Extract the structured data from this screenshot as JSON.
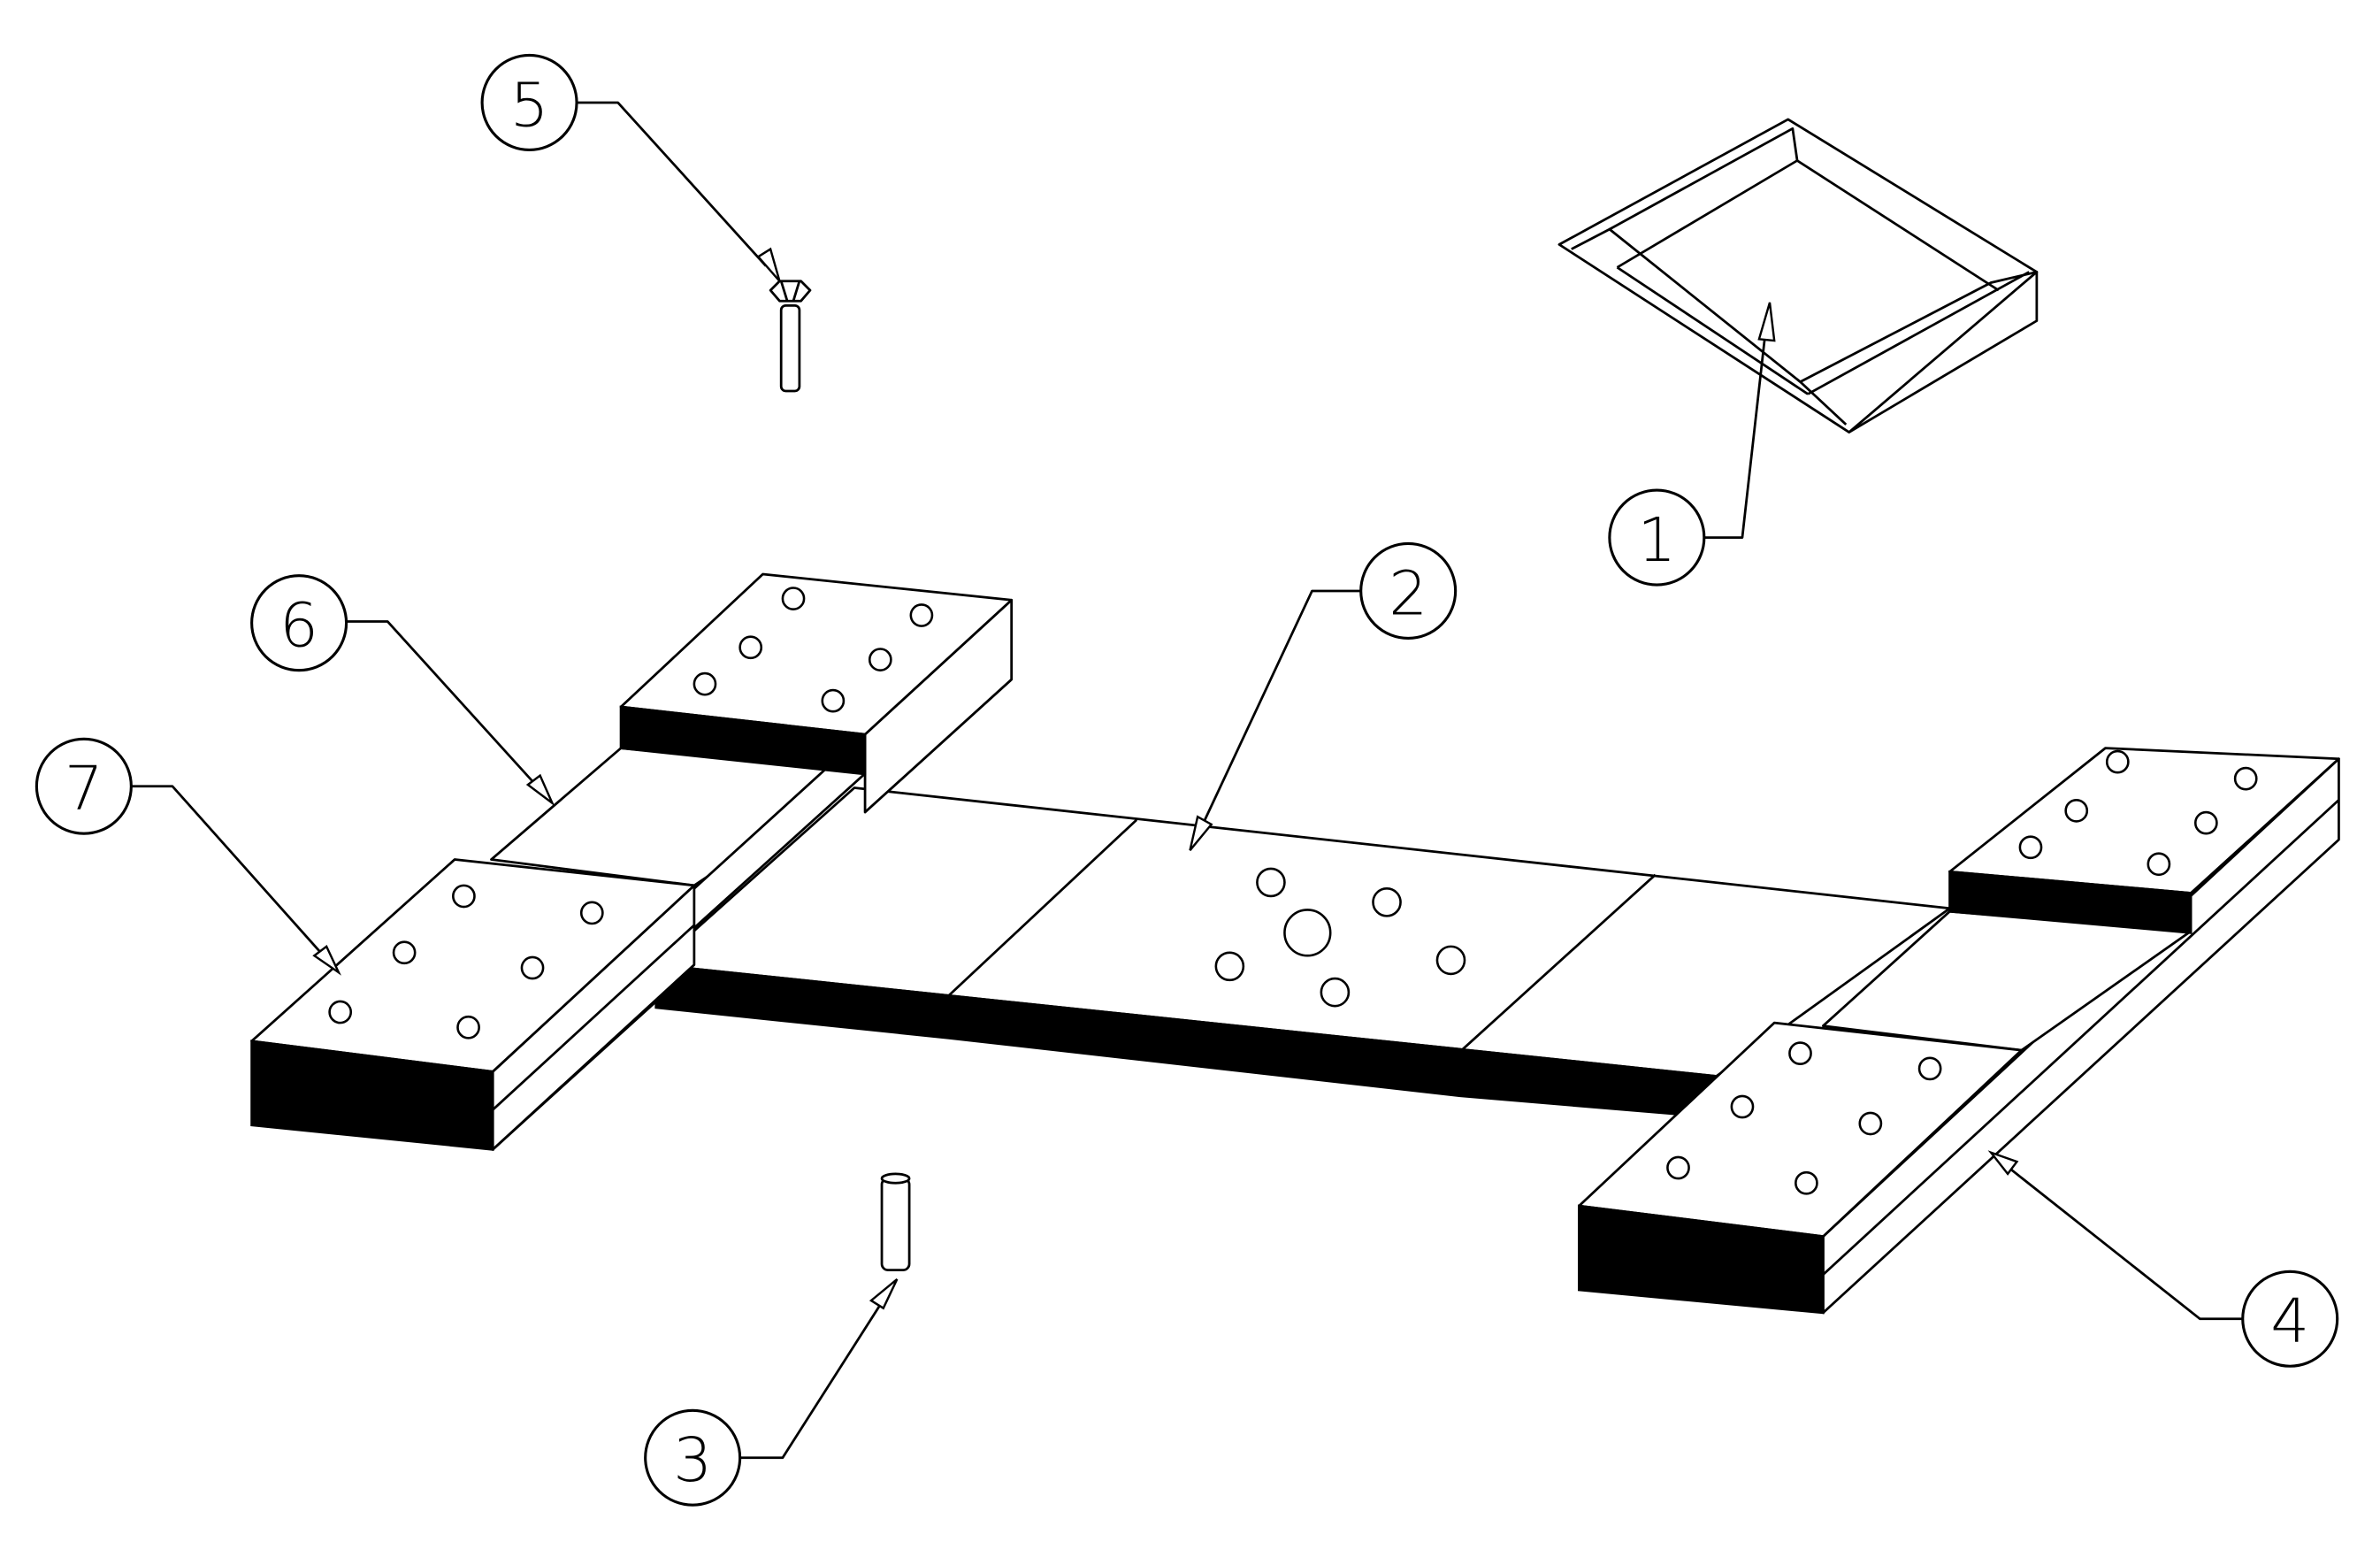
{
  "drawing": {
    "callouts": [
      {
        "number": "1",
        "part": "tray"
      },
      {
        "number": "2",
        "part": "center-bar"
      },
      {
        "number": "3",
        "part": "pin"
      },
      {
        "number": "4",
        "part": "right-rail"
      },
      {
        "number": "5",
        "part": "bolt"
      },
      {
        "number": "6",
        "part": "left-rail"
      },
      {
        "number": "7",
        "part": "pad-block"
      }
    ]
  },
  "colors": {
    "line": "#000000",
    "background": "#ffffff"
  }
}
